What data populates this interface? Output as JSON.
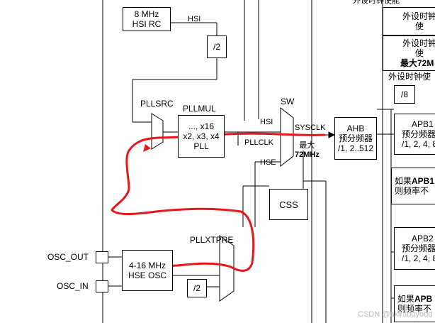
{
  "top_partial": "外设时钟使能",
  "hsi_rc": {
    "line1": "8 MHz",
    "line2": "HSI RC"
  },
  "hsi_wire_label": "HSI",
  "div2_top": "/2",
  "pllsrc_label": "PLLSRC",
  "pllmul": {
    "title": "PLLMUL",
    "line1": "..., x16",
    "line2": "x2, x3, x4",
    "line3": "PLL"
  },
  "sw_label": "SW",
  "sw_in_hsi": "HSI",
  "sw_in_pllclk": "PLLCLK",
  "sw_in_hse": "HSE",
  "sysclk_label": "SYSCLK",
  "max_label": {
    "line1": "最大",
    "line2": "72MHz"
  },
  "ahb": {
    "line1": "AHB",
    "line2": "预分频器",
    "line3": "/1, 2..512"
  },
  "css_label": "CSS",
  "pllxtpre_label": "PLLXTPRE",
  "hse_osc": {
    "line1": "4-16 MHz",
    "line2": "HSE OSC"
  },
  "div2_bottom": "/2",
  "osc_out_label": "OSC_OUT",
  "osc_in_label": "OSC_IN",
  "right_panel": {
    "periph_enable_1": "外设时钟使",
    "periph_enable_2": "外设时钟使",
    "max72_label": "最大72M",
    "periph_enable_3": "外设时钟使",
    "div8": "/8",
    "apb1": {
      "line1": "APB1",
      "line2": "预分频器",
      "line3": "/1, 2, 4, 8"
    },
    "apb1_note": {
      "line1": "如果APB1",
      "line2": "则频率不"
    },
    "apb2": {
      "line1": "APB2",
      "line2": "预分频器",
      "line3": "/1, 2, 4, 8"
    },
    "apb2_note": {
      "line1": "如果APB",
      "line2": "则频率不"
    }
  },
  "watermark": "CSDN @akirabuyood",
  "colors": {
    "line": "#000000",
    "annotation": "#e8161a",
    "watermark": "#bdbdbd"
  }
}
